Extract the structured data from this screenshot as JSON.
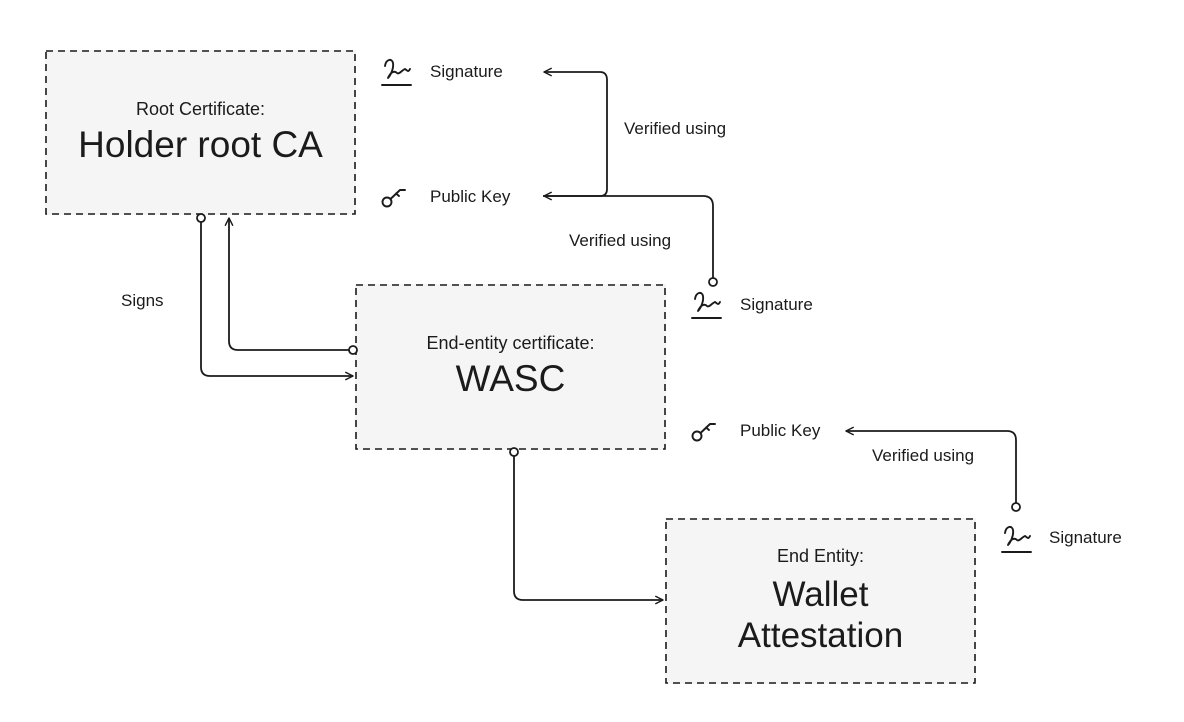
{
  "boxes": {
    "root": {
      "subtitle": "Root Certificate:",
      "title": "Holder root CA"
    },
    "wasc": {
      "subtitle": "End-entity certificate:",
      "title": "WASC"
    },
    "entity": {
      "subtitle": "End Entity:",
      "title_line1": "Wallet",
      "title_line2": "Attestation"
    }
  },
  "items": {
    "root_signature": "Signature",
    "root_public_key": "Public Key",
    "wasc_signature": "Signature",
    "wasc_public_key": "Public Key",
    "entity_signature": "Signature"
  },
  "connectors": {
    "verified_1": "Verified using",
    "verified_2": "Verified using",
    "verified_3": "Verified using",
    "signs": "Signs"
  },
  "icons": {
    "signature": "signature-icon",
    "key": "key-icon"
  },
  "colors": {
    "box_fill": "#f5f5f5",
    "stroke": "#1b1b1b"
  }
}
